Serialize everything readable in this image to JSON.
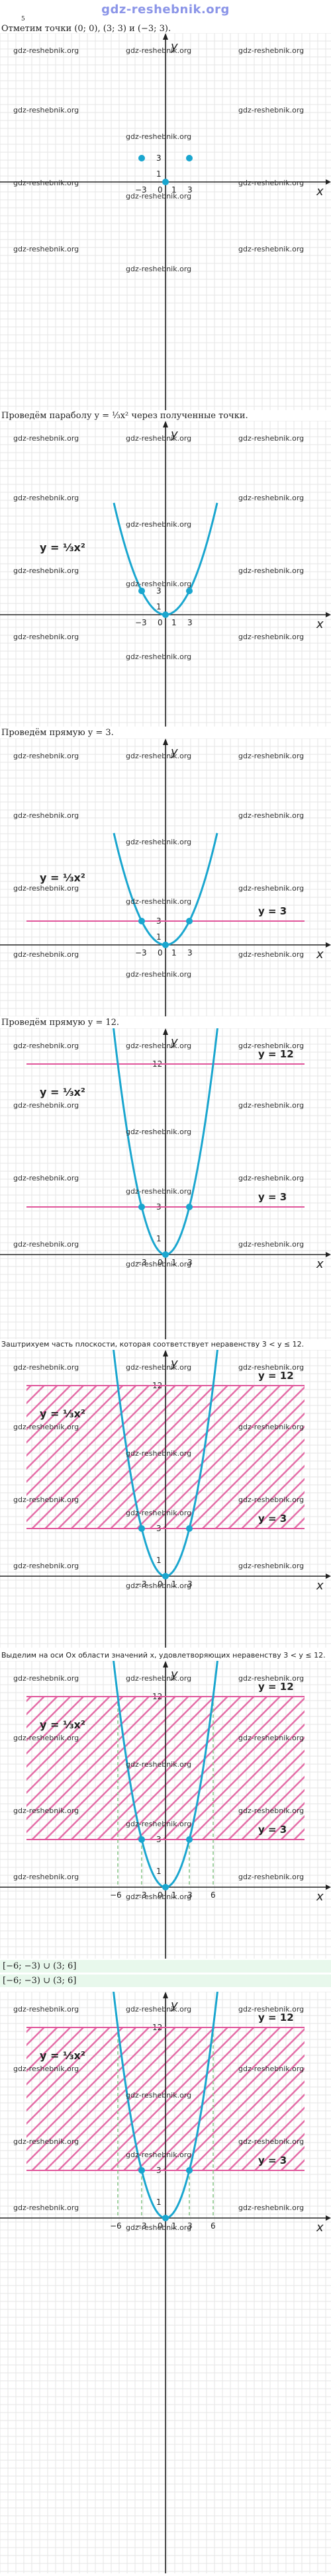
{
  "site_title": "gdz-reshebnik.org",
  "watermark": "gdz-reshebnik.org",
  "page_number": "5",
  "steps": [
    {
      "caption": "Отметим точки (0; 0), (3; 3) и (−3; 3)."
    },
    {
      "caption": "Проведём параболу y = ⅓x² через полученные точки."
    },
    {
      "caption": "Проведём прямую y = 3."
    },
    {
      "caption": "Проведём прямую y = 12."
    },
    {
      "caption": "Заштрихуем часть плоскости, которая соответствует неравенству 3 < y ≤ 12."
    },
    {
      "caption": "Выделим на оси Ox области значений x, удовлетворяющих неравенству 3 < y ≤ 12."
    }
  ],
  "labels": {
    "axis_x": "x",
    "axis_y": "y",
    "origin": "0",
    "tick_1": "1",
    "tick_3": "3",
    "tick_m3": "−3",
    "tick_6": "6",
    "tick_m6": "−6",
    "tick_12": "12",
    "parabola": "y = ⅓x²",
    "line3": "y = 3",
    "line12": "y = 12"
  },
  "answer": {
    "line1": "[−6; −3) ∪ (3; 6]",
    "line2": "[−6; −3) ∪ (3; 6]"
  },
  "colors": {
    "parabola": "#1aa6cf",
    "line": "#e0559a",
    "hatch": "#e05599",
    "point": "#1aa6cf",
    "grid": "#e6e6e6",
    "dash": "#8cc88c",
    "answer_bg": "#e8f8ec"
  }
}
